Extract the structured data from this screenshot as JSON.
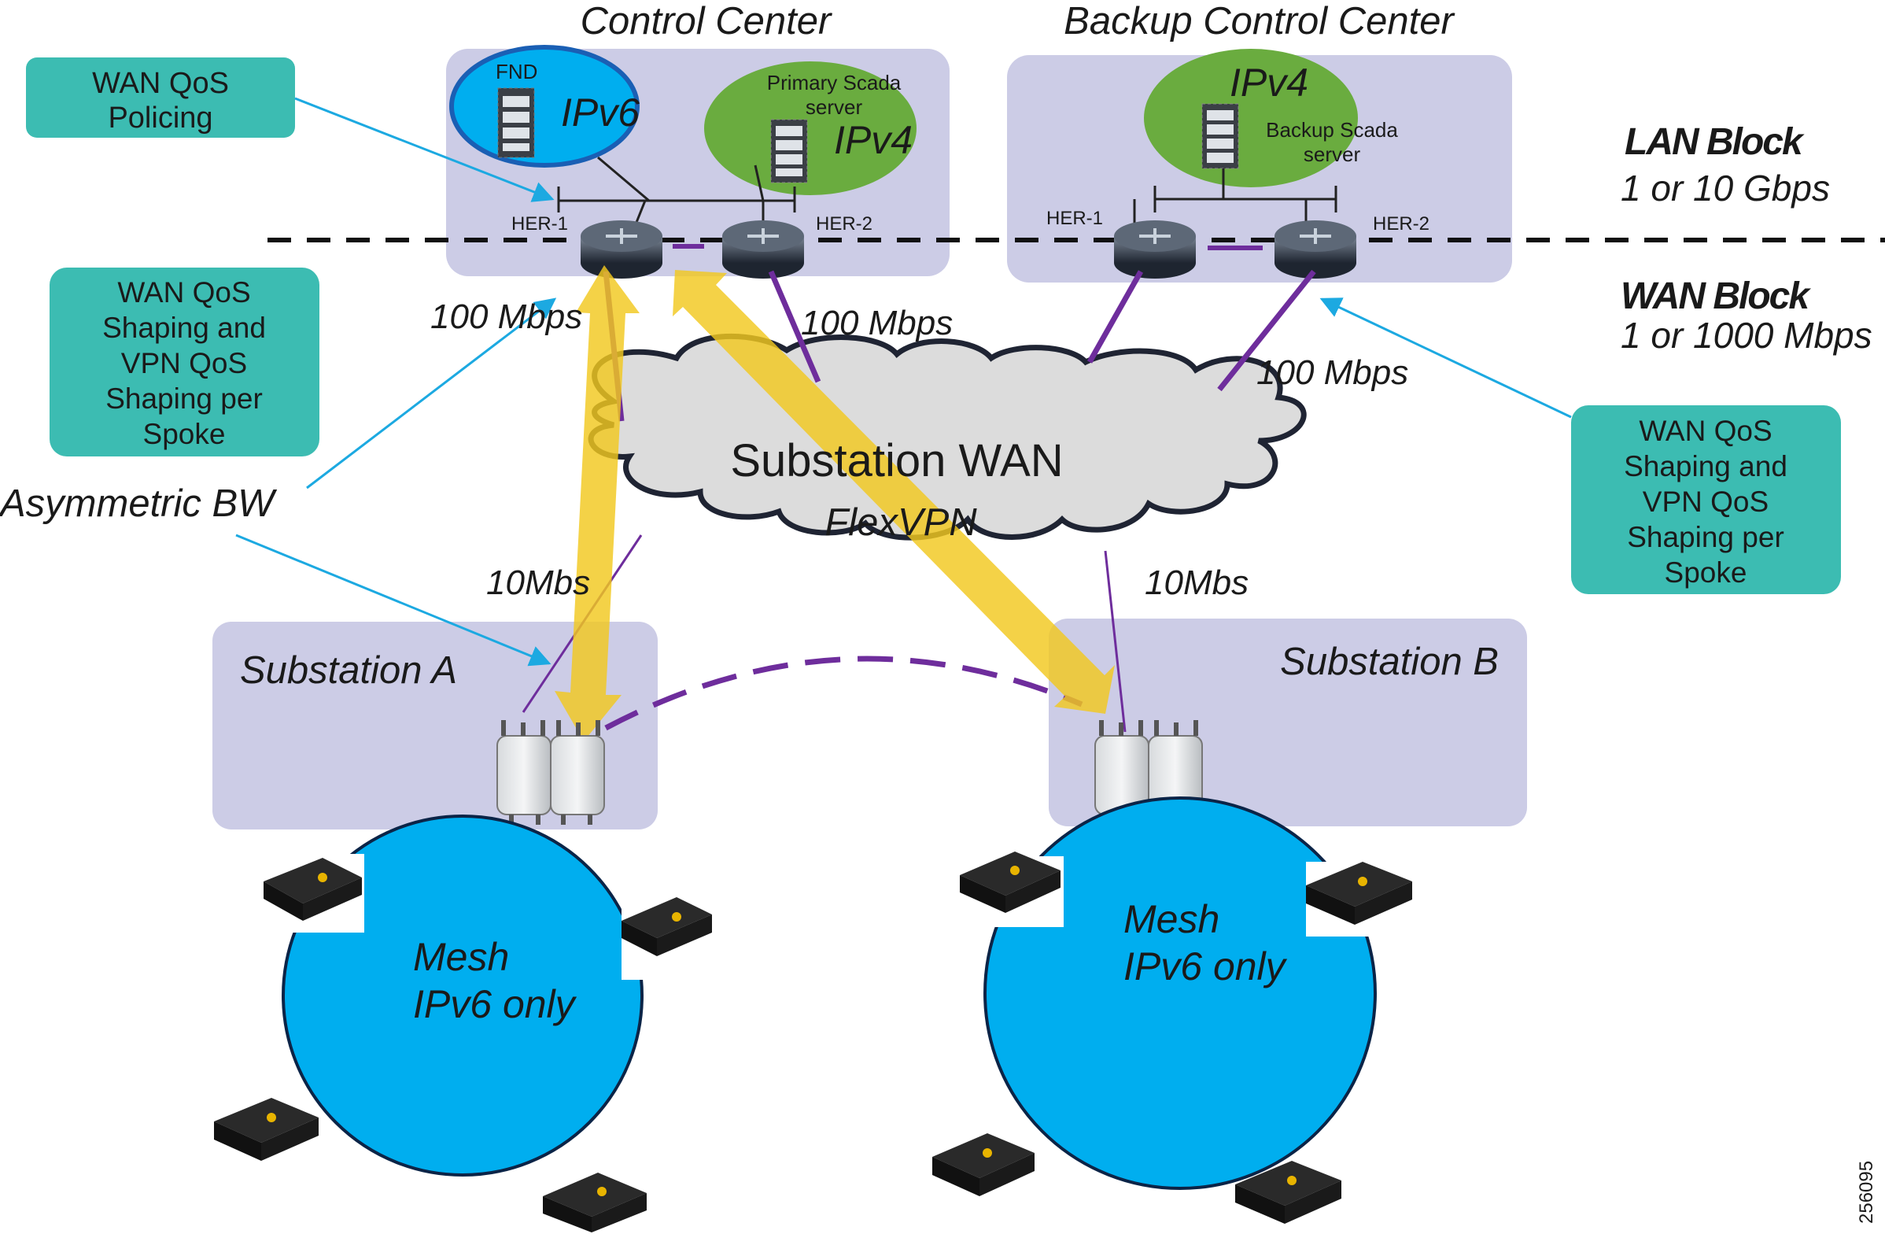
{
  "control_center": {
    "title": "Control Center",
    "fnd_label": "FND",
    "fnd_ip": "IPv6",
    "scada_label": "Primary Scada\nserver",
    "scada_ip": "IPv4",
    "her1": "HER-1",
    "her2": "HER-2"
  },
  "backup_center": {
    "title": "Backup Control Center",
    "scada_ip": "IPv4",
    "scada_label": "Backup Scada\nserver",
    "her1": "HER-1",
    "her2": "HER-2"
  },
  "blocks": {
    "lan_title": "LAN Block",
    "lan_speed": "1 or 10 Gbps",
    "wan_title": "WAN Block",
    "wan_speed": "1 or 1000 Mbps"
  },
  "callouts": {
    "policing": "WAN QoS\nPolicing",
    "shaping_left": "WAN QoS\nShaping and\nVPN QoS\nShaping per\nSpoke",
    "shaping_right": "WAN QoS\nShaping and\nVPN QoS\nShaping per\nSpoke",
    "asymmetric": "Asymmetric BW"
  },
  "bandwidth": {
    "her1_cc": "100 Mbps",
    "her2_cc": "100 Mbps",
    "backup": "100 Mbps",
    "sub_a": "10Mbs",
    "sub_b": "10Mbs"
  },
  "cloud": {
    "title": "Substation WAN",
    "subtitle": "FlexVPN"
  },
  "substations": {
    "a": "Substation A",
    "b": "Substation B"
  },
  "mesh": {
    "a_line1": "Mesh",
    "a_line2": "IPv6 only",
    "b_line1": "Mesh",
    "b_line2": "IPv6 only"
  },
  "figure_id": "256095",
  "colors": {
    "panel": "#cccce6",
    "teal": "#3cbcb2",
    "blue": "#00aeef",
    "green": "#6aac3f",
    "purple": "#6e2d9c",
    "arrow": "#f2c81e",
    "callout_line": "#1ca9e1"
  }
}
